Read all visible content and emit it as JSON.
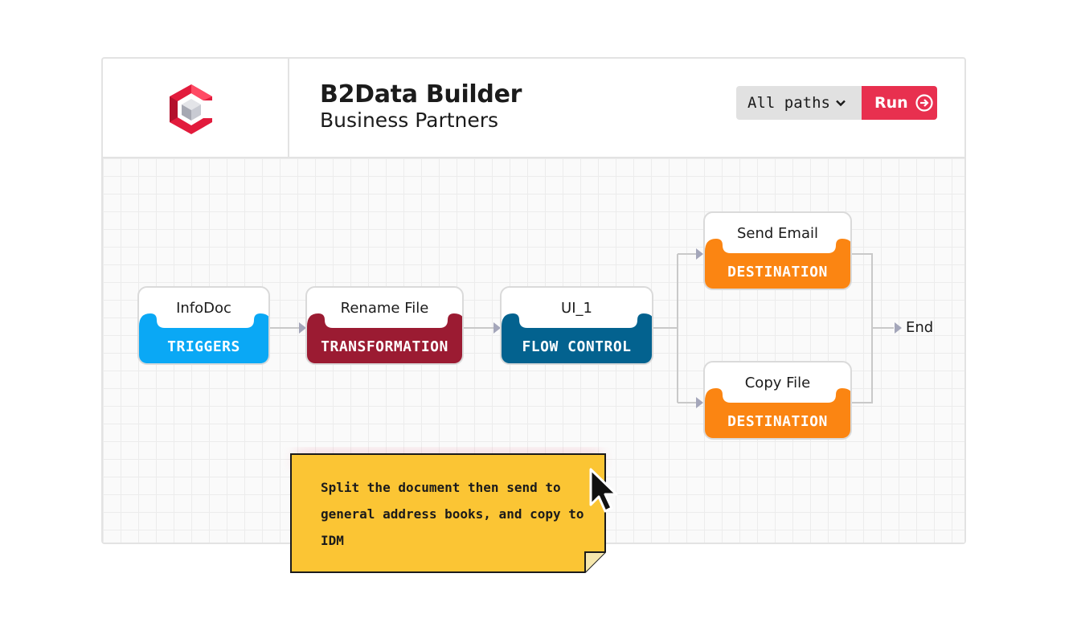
{
  "app": {
    "title": "B2Data Builder",
    "subtitle": "Business Partners",
    "logo": "b2data-cube-logo",
    "accent_color": "#e8304f"
  },
  "toolbar": {
    "paths_select_value": "All paths",
    "run_label": "Run"
  },
  "flow": {
    "nodes": [
      {
        "label": "InfoDoc",
        "category": "TRIGGERS",
        "color": "#0aa8f5"
      },
      {
        "label": "Rename File",
        "category": "TRANSFORMATION",
        "color": "#9b1b32"
      },
      {
        "label": "UI_1",
        "category": "FLOW CONTROL",
        "color": "#03628f"
      },
      {
        "label": "Send Email",
        "category": "DESTINATION",
        "color": "#fb8512"
      },
      {
        "label": "Copy File",
        "category": "DESTINATION",
        "color": "#fb8512"
      }
    ],
    "end_label": "End"
  },
  "note": {
    "text": "Split the document then send to general address books, and copy to IDM",
    "color": "#fbc534"
  }
}
